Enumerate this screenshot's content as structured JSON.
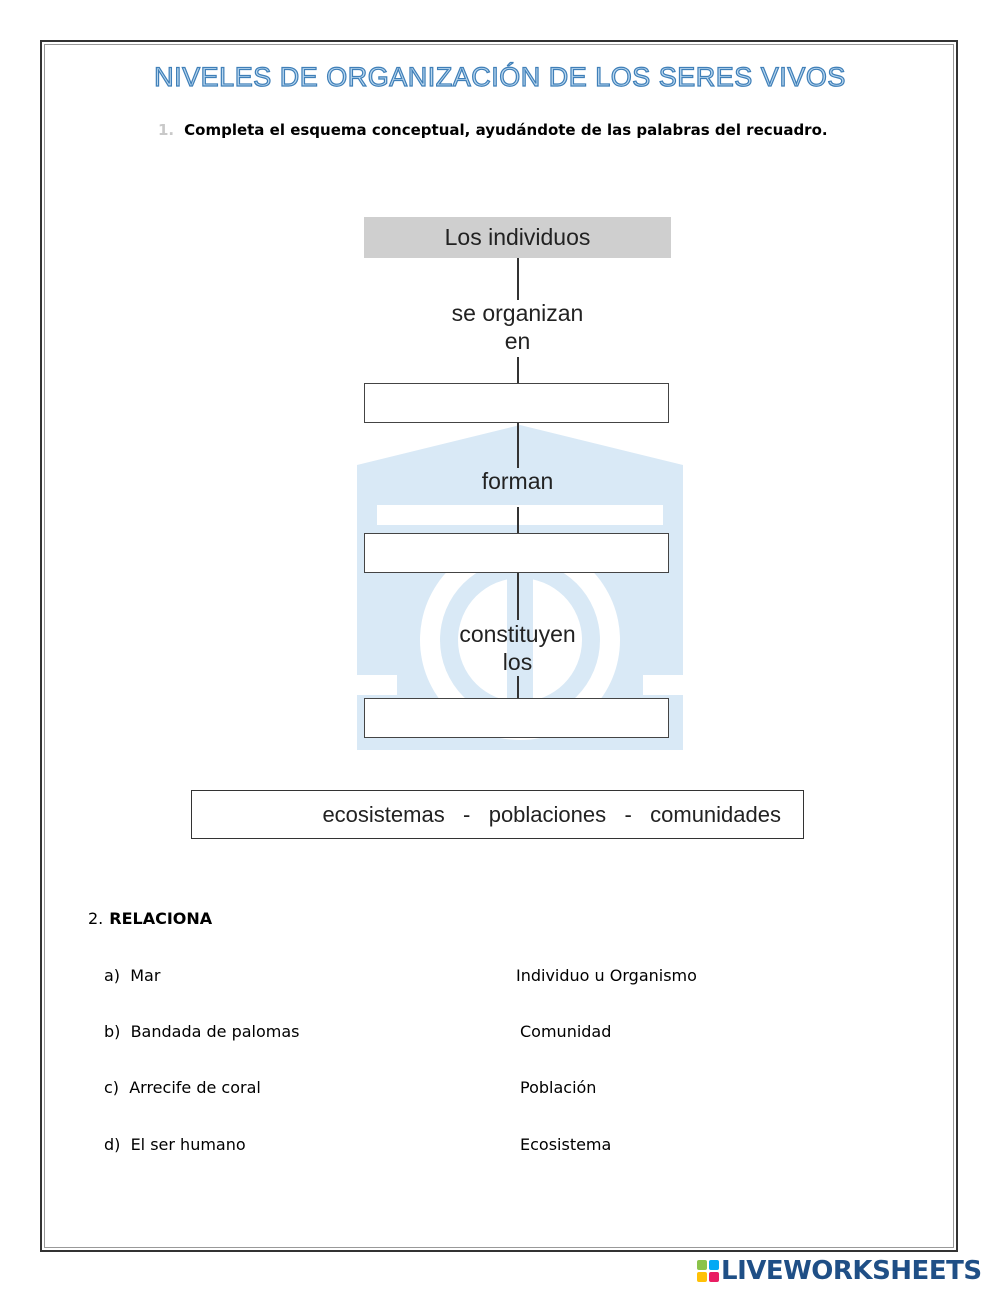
{
  "title": "NIVELES DE ORGANIZACIÓN DE LOS SERES VIVOS",
  "exercise1": {
    "number": "1.",
    "instruction": "Completa el esquema conceptual, ayudándote de las palabras del recuadro."
  },
  "diagram": {
    "top_node": "Los individuos",
    "link1": [
      "se organizan",
      "en"
    ],
    "link2": [
      "forman"
    ],
    "link3": [
      "constituyen",
      "los"
    ],
    "blanks": [
      "",
      "",
      ""
    ]
  },
  "word_bank": "ecosistemas   -   poblaciones   -   comunidades",
  "exercise2": {
    "number": "2.",
    "heading": "RELACIONA",
    "left": [
      "a)  Mar",
      "b)  Bandada de palomas",
      "c)  Arrecife de coral",
      "d)  El ser humano"
    ],
    "right": [
      "Individuo u Organismo",
      "Comunidad",
      "Población",
      "Ecosistema"
    ]
  },
  "footer": {
    "brand": "LIVEWORKSHEETS"
  },
  "colors": {
    "title_fill": "#b9d7ef",
    "title_stroke": "#3f7fb8",
    "watermark": "#d9e9f6",
    "brand": "#1f4f86"
  }
}
